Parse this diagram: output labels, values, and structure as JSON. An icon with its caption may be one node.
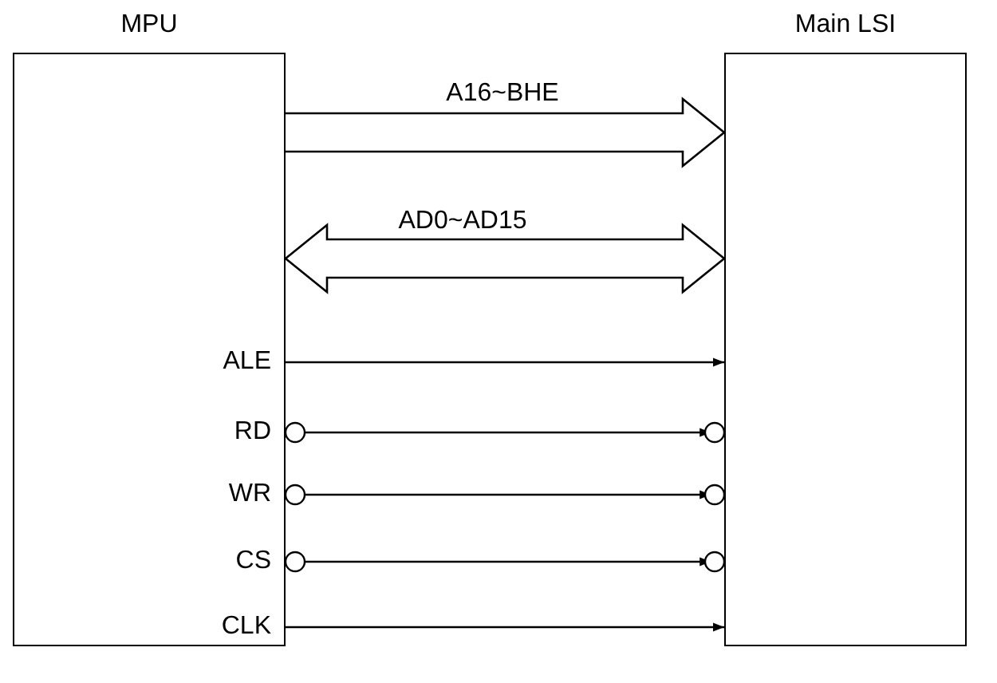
{
  "diagram": {
    "nodes": [
      {
        "text": [
          "MPU"
        ]
      },
      {
        "text": [
          "Main LSI"
        ]
      }
    ],
    "edges": [
      {
        "from": 0,
        "to": 1,
        "arrow": "to",
        "label": "A16~BHE",
        "style": "thick"
      },
      {
        "from": 0,
        "to": 1,
        "arrow": "both",
        "label": "AD0~AD15",
        "style": "thick"
      },
      {
        "from": 0,
        "to": 1,
        "arrow": "to"
      },
      {
        "from": 0,
        "to": 1,
        "arrow": "to"
      },
      {
        "from": 0,
        "to": 1,
        "arrow": "to"
      },
      {
        "from": 0,
        "to": 1,
        "arrow": "to"
      },
      {
        "from": 0,
        "to": 1,
        "arrow": "to"
      }
    ],
    "labels": [
      "ALE",
      "RD",
      "WR",
      "CS",
      "CLK"
    ]
  }
}
